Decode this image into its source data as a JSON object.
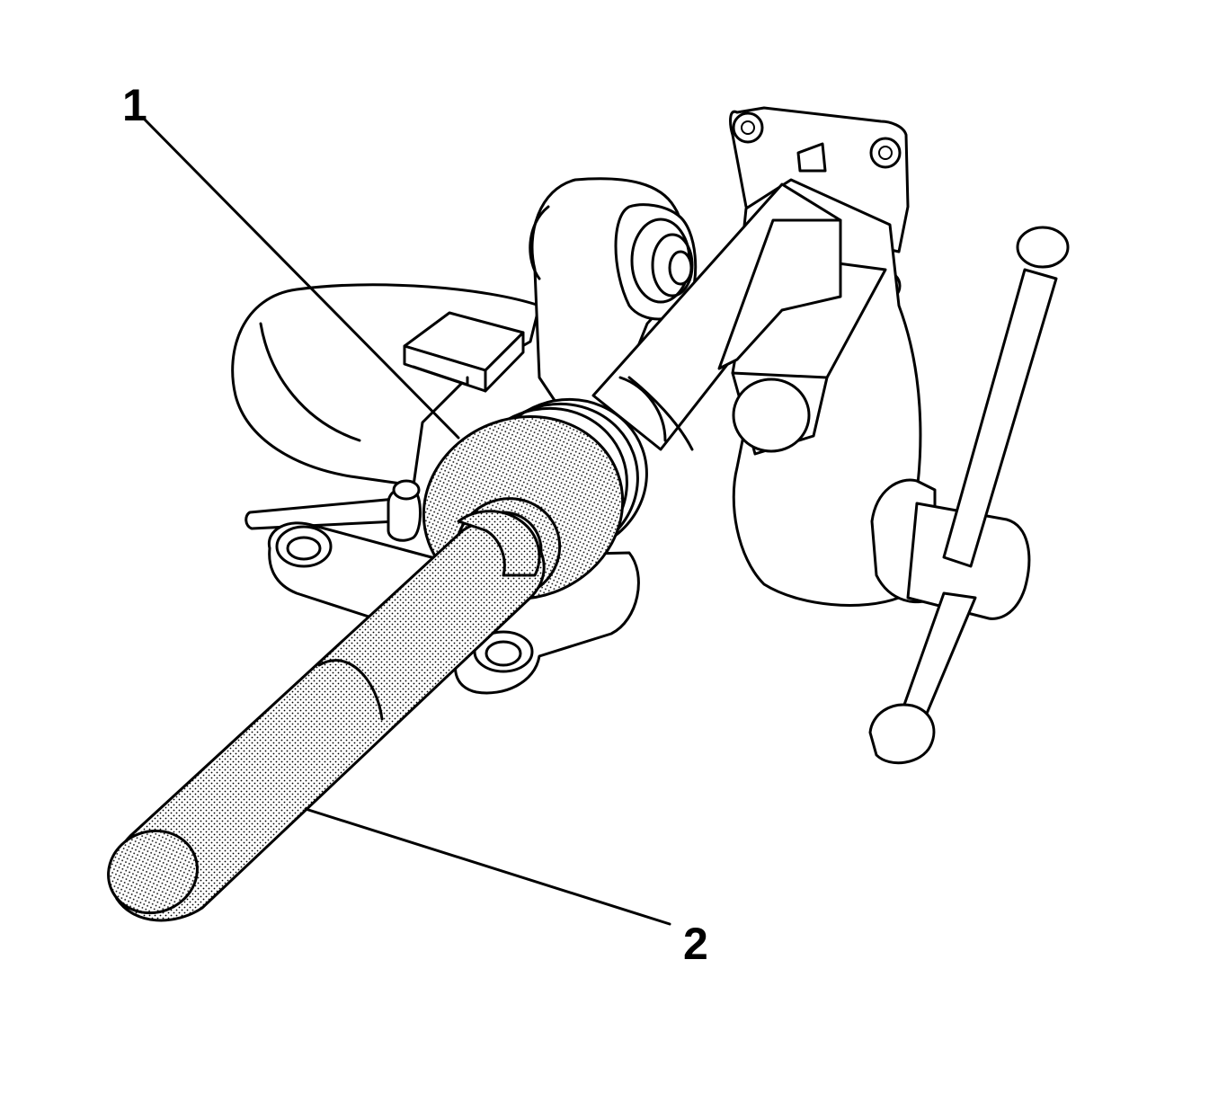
{
  "callouts": [
    {
      "id": "1",
      "label": "1"
    },
    {
      "id": "2",
      "label": "2"
    }
  ],
  "colors": {
    "line": "#000000",
    "background": "#ffffff",
    "stipple": "#000000"
  }
}
